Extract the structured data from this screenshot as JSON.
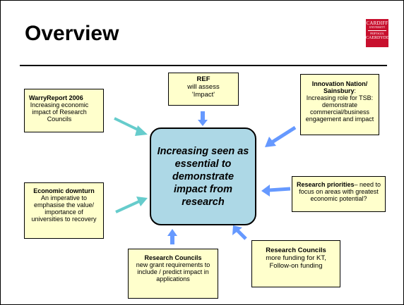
{
  "slide": {
    "title": "Overview"
  },
  "logo": {
    "line1": "CARDIFF",
    "line2": "UNIVERSITY",
    "line3": "PRIFYSGOL",
    "line4": "CAERDYDD"
  },
  "center": {
    "text": "Increasing seen as essential to demonstrate impact from research"
  },
  "boxes": {
    "ref": {
      "heading": "REF",
      "body": "will assess 'Impact'"
    },
    "warry": {
      "heading": "WarryReport 2006",
      "body": "Increasing economic impact of Research Councils"
    },
    "innovation": {
      "heading": "Innovation Nation/ Sainsbury",
      "colon": ":",
      "body": "Increasing role for TSB: demonstrate commercial/business engagement and impact"
    },
    "priorities": {
      "heading": "Research priorities",
      "body": "– need to focus on areas with greatest economic potential?"
    },
    "downturn": {
      "heading": "Economic downturn",
      "body": "An imperative to emphasise the value/ importance of universities to recovery"
    },
    "rc_grant": {
      "heading": "Research Councils",
      "body": "new grant requirements to include / predict impact in applications"
    },
    "rc_funding": {
      "heading": "Research Councils",
      "body": "more funding for KT, Follow-on funding"
    }
  },
  "colors": {
    "box_fill": "#ffffcc",
    "center_fill": "#add8e6",
    "arrow_teal": "#66cccc",
    "arrow_blue": "#6699ff"
  }
}
